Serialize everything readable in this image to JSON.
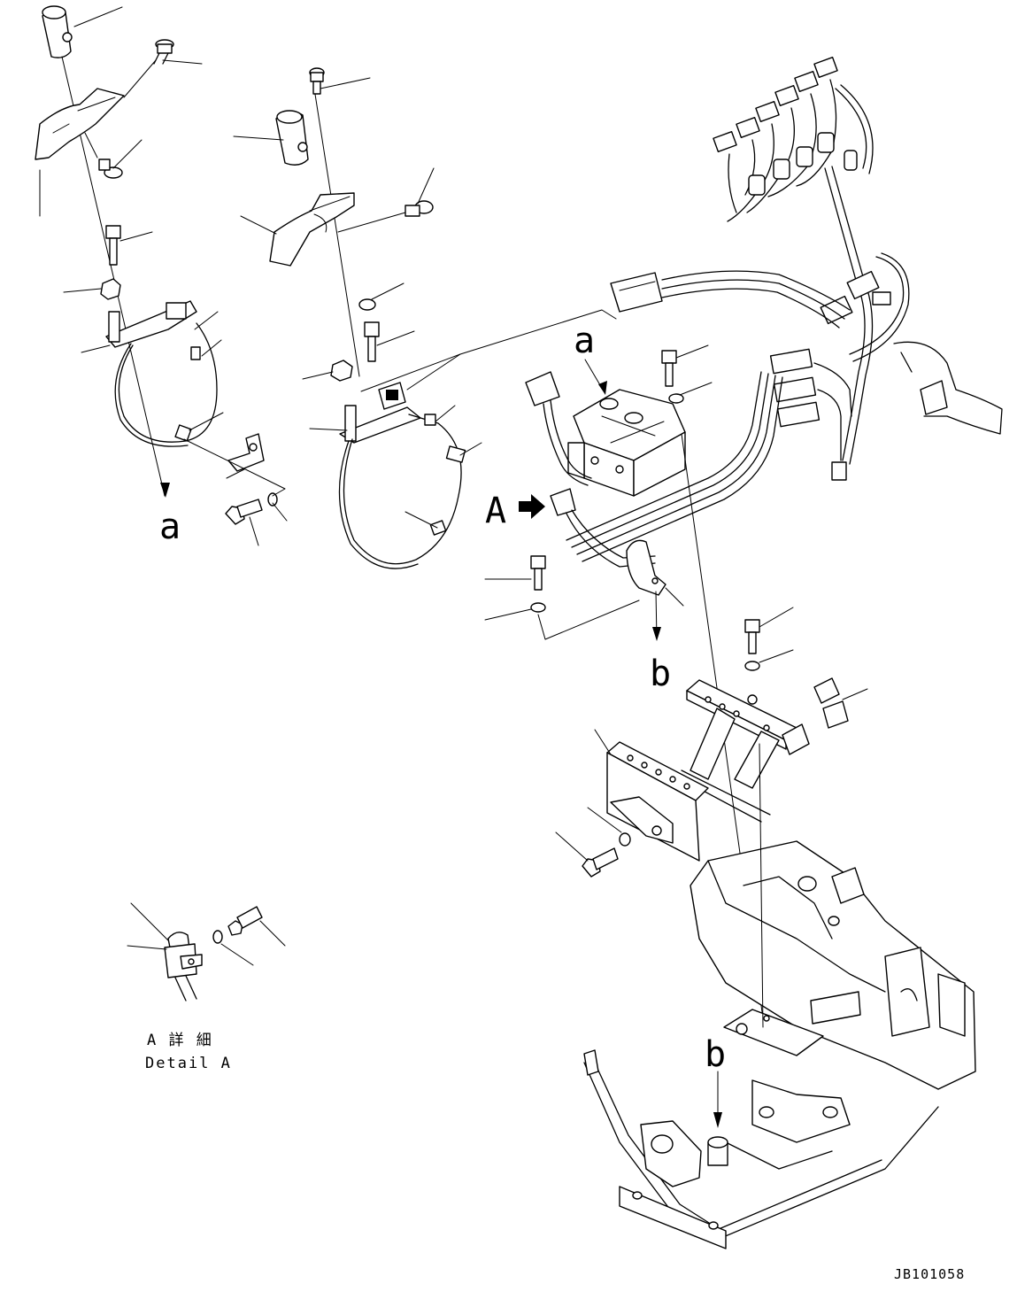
{
  "labels": {
    "a_top": "a",
    "a_left": "a",
    "A_arrow": "A",
    "b_mid": "b",
    "b_bottom": "b",
    "detail_jp": "A 詳 細",
    "detail_en": "Detail A",
    "drawing_code": "JB101058"
  },
  "colors": {
    "line": "#000000",
    "background": "#ffffff"
  }
}
